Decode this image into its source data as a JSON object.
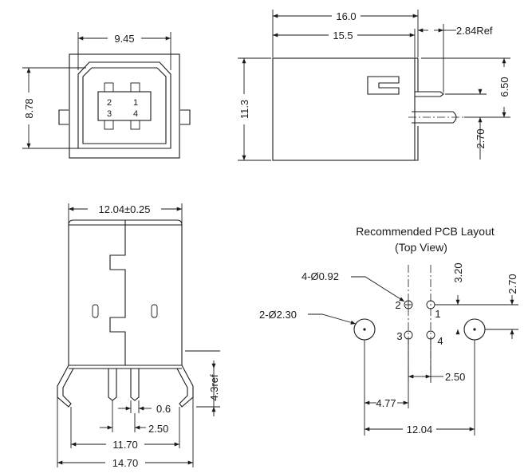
{
  "front_view": {
    "width_label": "9.45",
    "height_label": "8.78",
    "pin_labels": [
      "2",
      "1",
      "3",
      "4"
    ]
  },
  "side_view": {
    "length_label": "16.0",
    "length_inner_label": "15.5",
    "ref_label": "2.84Ref",
    "height_label": "11.3",
    "upper_label": "6.50",
    "lower_label": "2.70"
  },
  "bottom_view": {
    "width_label": "12.04±0.25",
    "pin_offset_label": "0.6",
    "pin_pitch_label": "2.50",
    "span_label": "11.70",
    "total_label": "14.70",
    "standoff_label": "4.3ref"
  },
  "pcb_layout": {
    "title_line1": "Recommended PCB Layout",
    "title_line2": "(Top View)",
    "small_hole_label": "4-Ø0.92",
    "large_hole_label": "2-Ø2.30",
    "vert_label_1": "3.20",
    "vert_label_2": "2.70",
    "pitch_label": "2.50",
    "offset_label": "4.77",
    "span_label": "12.04",
    "pin_labels": [
      "2",
      "1",
      "3",
      "4"
    ]
  }
}
